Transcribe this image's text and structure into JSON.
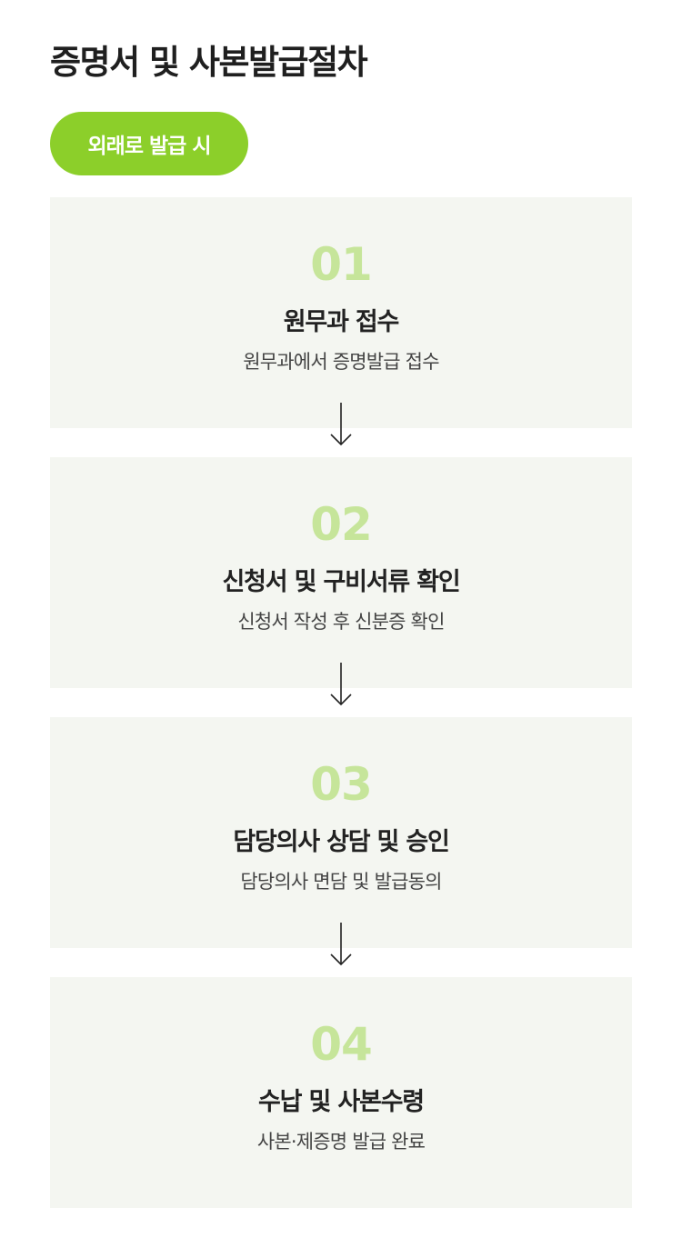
{
  "title": "증명서 및 사본발급절차",
  "tab": {
    "label": "외래로 발급 시"
  },
  "steps": [
    {
      "number": "01",
      "title": "원무과 접수",
      "desc": "원무과에서 증명발급 접수"
    },
    {
      "number": "02",
      "title": "신청서 및 구비서류 확인",
      "desc": "신청서 작성 후 신분증 확인"
    },
    {
      "number": "03",
      "title": "담당의사 상담 및 승인",
      "desc": "담당의사 면담 및 발급동의"
    },
    {
      "number": "04",
      "title": "수납 및 사본수령",
      "desc": "사본·제증명 발급 완료"
    }
  ],
  "colors": {
    "accent": "#8ccf2a",
    "number": "#c6e59a",
    "card_bg": "#f4f6f1"
  },
  "icons": {
    "arrow": "arrow-down-icon"
  }
}
